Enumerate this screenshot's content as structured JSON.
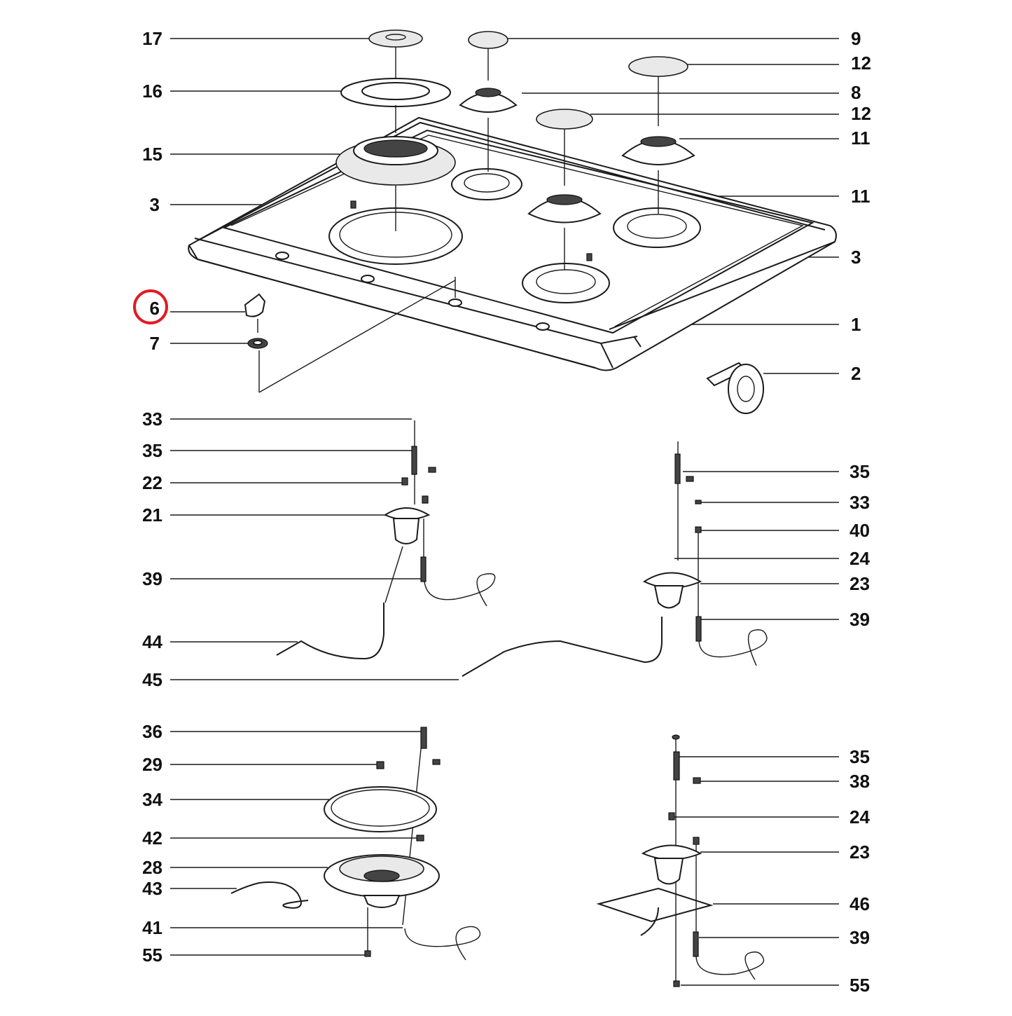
{
  "diagram": {
    "highlight_color": "#e11b22",
    "highlighted_part": "6",
    "callouts": [
      {
        "id": "c17",
        "text": "17"
      },
      {
        "id": "c16",
        "text": "16"
      },
      {
        "id": "c15",
        "text": "15"
      },
      {
        "id": "c3a",
        "text": "3"
      },
      {
        "id": "c6",
        "text": "6"
      },
      {
        "id": "c7",
        "text": "7"
      },
      {
        "id": "c9",
        "text": "9"
      },
      {
        "id": "c12a",
        "text": "12"
      },
      {
        "id": "c8",
        "text": "8"
      },
      {
        "id": "c12b",
        "text": "12"
      },
      {
        "id": "c11a",
        "text": "11"
      },
      {
        "id": "c11b",
        "text": "11"
      },
      {
        "id": "c3b",
        "text": "3"
      },
      {
        "id": "c1",
        "text": "1"
      },
      {
        "id": "c2",
        "text": "2"
      },
      {
        "id": "c33a",
        "text": "33"
      },
      {
        "id": "c35a",
        "text": "35"
      },
      {
        "id": "c22",
        "text": "22"
      },
      {
        "id": "c21",
        "text": "21"
      },
      {
        "id": "c39a",
        "text": "39"
      },
      {
        "id": "c44",
        "text": "44"
      },
      {
        "id": "c45",
        "text": "45"
      },
      {
        "id": "c35b",
        "text": "35"
      },
      {
        "id": "c33b",
        "text": "33"
      },
      {
        "id": "c40",
        "text": "40"
      },
      {
        "id": "c24a",
        "text": "24"
      },
      {
        "id": "c23a",
        "text": "23"
      },
      {
        "id": "c39b",
        "text": "39"
      },
      {
        "id": "c36",
        "text": "36"
      },
      {
        "id": "c29",
        "text": "29"
      },
      {
        "id": "c34",
        "text": "34"
      },
      {
        "id": "c42",
        "text": "42"
      },
      {
        "id": "c28",
        "text": "28"
      },
      {
        "id": "c43",
        "text": "43"
      },
      {
        "id": "c41",
        "text": "41"
      },
      {
        "id": "c55a",
        "text": "55"
      },
      {
        "id": "c35c",
        "text": "35"
      },
      {
        "id": "c38",
        "text": "38"
      },
      {
        "id": "c24b",
        "text": "24"
      },
      {
        "id": "c23b",
        "text": "23"
      },
      {
        "id": "c46",
        "text": "46"
      },
      {
        "id": "c39c",
        "text": "39"
      },
      {
        "id": "c55b",
        "text": "55"
      }
    ]
  }
}
